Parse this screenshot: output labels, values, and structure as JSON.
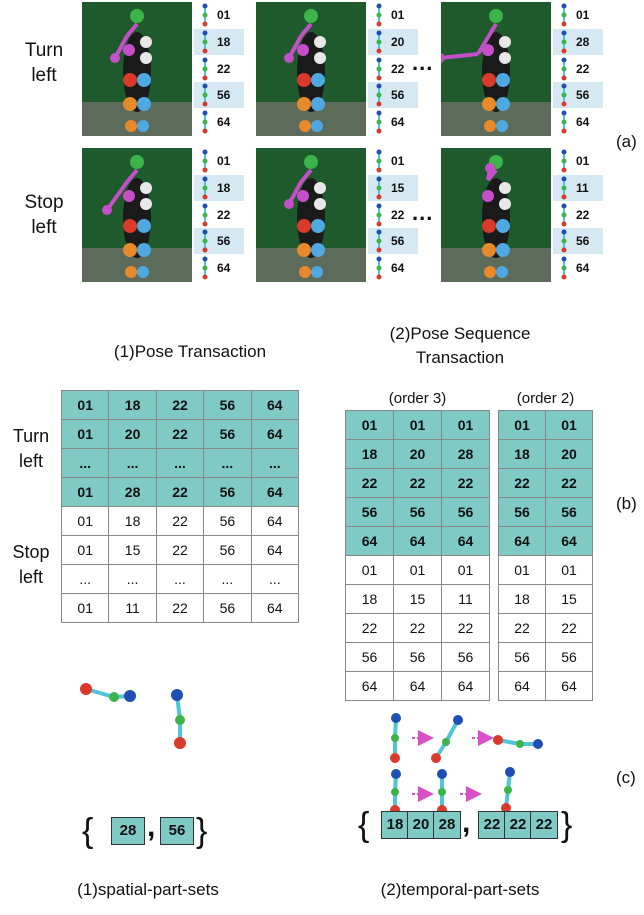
{
  "panel_a": {
    "rows": [
      {
        "label_line1": "Turn",
        "label_line2": "left",
        "frames": [
          {
            "codes": [
              "01",
              "18",
              "22",
              "56",
              "64"
            ]
          },
          {
            "codes": [
              "01",
              "20",
              "22",
              "56",
              "64"
            ]
          },
          {
            "codes": [
              "01",
              "28",
              "22",
              "56",
              "64"
            ]
          }
        ]
      },
      {
        "label_line1": "Stop",
        "label_line2": "left",
        "frames": [
          {
            "codes": [
              "01",
              "18",
              "22",
              "56",
              "64"
            ]
          },
          {
            "codes": [
              "01",
              "15",
              "22",
              "56",
              "64"
            ]
          },
          {
            "codes": [
              "01",
              "11",
              "22",
              "56",
              "64"
            ]
          }
        ]
      }
    ],
    "ellipsis": "...",
    "label": "(a)"
  },
  "panel_b": {
    "label": "(b)",
    "pose_transaction": {
      "title": "(1)Pose Transaction",
      "row_labels": [
        {
          "line1": "Turn",
          "line2": "left"
        },
        {
          "line1": "Stop",
          "line2": "left"
        }
      ],
      "rows": [
        [
          "01",
          "18",
          "22",
          "56",
          "64"
        ],
        [
          "01",
          "20",
          "22",
          "56",
          "64"
        ],
        [
          "...",
          "...",
          "...",
          "...",
          "..."
        ],
        [
          "01",
          "28",
          "22",
          "56",
          "64"
        ],
        [
          "01",
          "18",
          "22",
          "56",
          "64"
        ],
        [
          "01",
          "15",
          "22",
          "56",
          "64"
        ],
        [
          "...",
          "...",
          "...",
          "...",
          "..."
        ],
        [
          "01",
          "11",
          "22",
          "56",
          "64"
        ]
      ],
      "highlighted_rows": 4
    },
    "pose_sequence_transaction": {
      "title_line1": "(2)Pose Sequence",
      "title_line2": "Transaction",
      "order3": {
        "header": "(order 3)",
        "rows": [
          [
            "01",
            "01",
            "01"
          ],
          [
            "18",
            "20",
            "28"
          ],
          [
            "22",
            "22",
            "22"
          ],
          [
            "56",
            "56",
            "56"
          ],
          [
            "64",
            "64",
            "64"
          ],
          [
            "01",
            "01",
            "01"
          ],
          [
            "18",
            "15",
            "11"
          ],
          [
            "22",
            "22",
            "22"
          ],
          [
            "56",
            "56",
            "56"
          ],
          [
            "64",
            "64",
            "64"
          ]
        ]
      },
      "order2": {
        "header": "(order 2)",
        "rows": [
          [
            "01",
            "01"
          ],
          [
            "18",
            "20"
          ],
          [
            "22",
            "22"
          ],
          [
            "56",
            "56"
          ],
          [
            "64",
            "64"
          ],
          [
            "01",
            "01"
          ],
          [
            "18",
            "15"
          ],
          [
            "22",
            "22"
          ],
          [
            "56",
            "56"
          ],
          [
            "64",
            "64"
          ]
        ]
      },
      "highlighted_rows": 5
    }
  },
  "panel_c": {
    "label": "(c)",
    "spatial": {
      "open": "{",
      "close": "}",
      "chips": [
        "28",
        "56"
      ],
      "separator": ",",
      "caption": "(1)spatial-part-sets"
    },
    "temporal": {
      "open": "{",
      "close": "}",
      "group1": [
        "18",
        "20",
        "28"
      ],
      "group2": [
        "22",
        "22",
        "22"
      ],
      "separator": ",",
      "caption": "(2)temporal-part-sets"
    }
  },
  "colors": {
    "teal_highlight": "#7fcac5",
    "light_blue_band": "#d6e8f2",
    "green_screen": "#1f5a2c",
    "joint_blue": "#1f4fb5",
    "joint_red": "#d93a2b",
    "joint_green": "#3bb44a",
    "bone_cyan": "#4fc6d8",
    "arrow_magenta": "#d850c8"
  }
}
